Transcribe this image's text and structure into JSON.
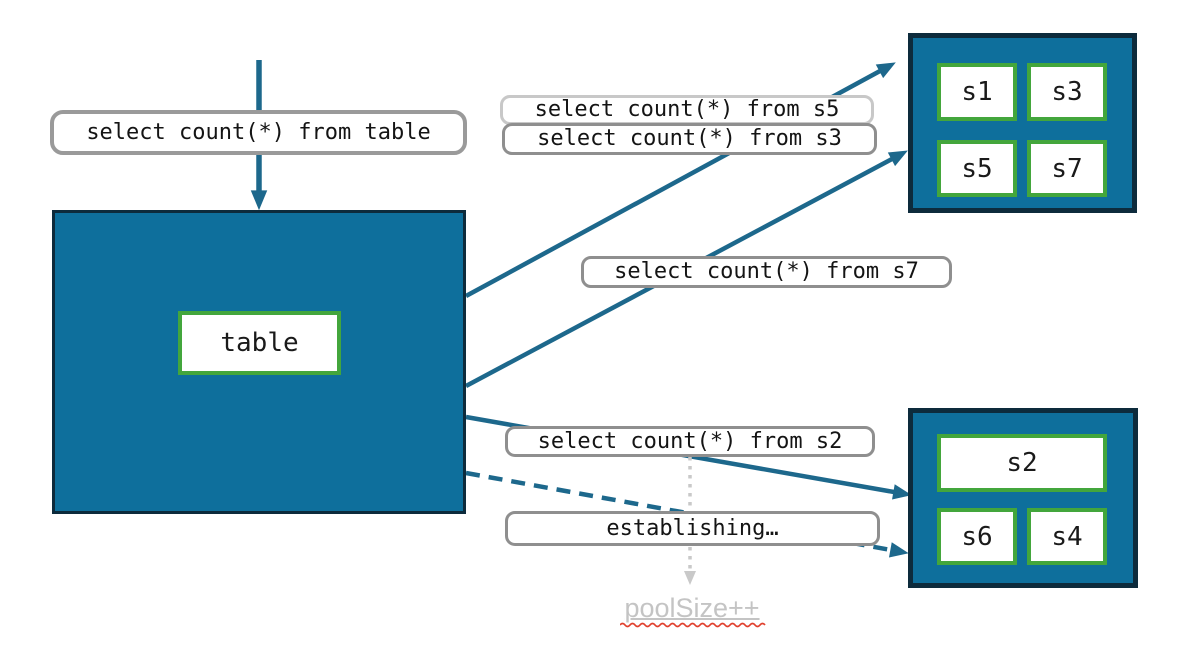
{
  "diagram": {
    "main_box": {
      "label": "table"
    },
    "queries": {
      "table": "select count(*) from table",
      "s5": "select count(*) from s5",
      "s3": "select count(*) from s3",
      "s7": "select count(*) from s7",
      "s2": "select count(*) from s2",
      "establishing": "establishing…"
    },
    "shards": {
      "group1": [
        "s1",
        "s3",
        "s5",
        "s7"
      ],
      "group2": [
        "s2",
        "s6",
        "s4"
      ]
    },
    "annotation": {
      "pool_size": "poolSize++"
    },
    "colors": {
      "box_fill_teal": "#0e6f9c",
      "box_border_dark": "#0d2b3c",
      "chip_border_green": "#43a63c",
      "arrow_teal": "#1d688c",
      "label_border_gray": "#8f8f8f",
      "label_border_light_gray": "#c8c8c8",
      "muted_text_gray": "#c4c4c4",
      "dotted_arrow_gray": "#c9c9c9",
      "squiggle_red": "#e0412f"
    }
  }
}
